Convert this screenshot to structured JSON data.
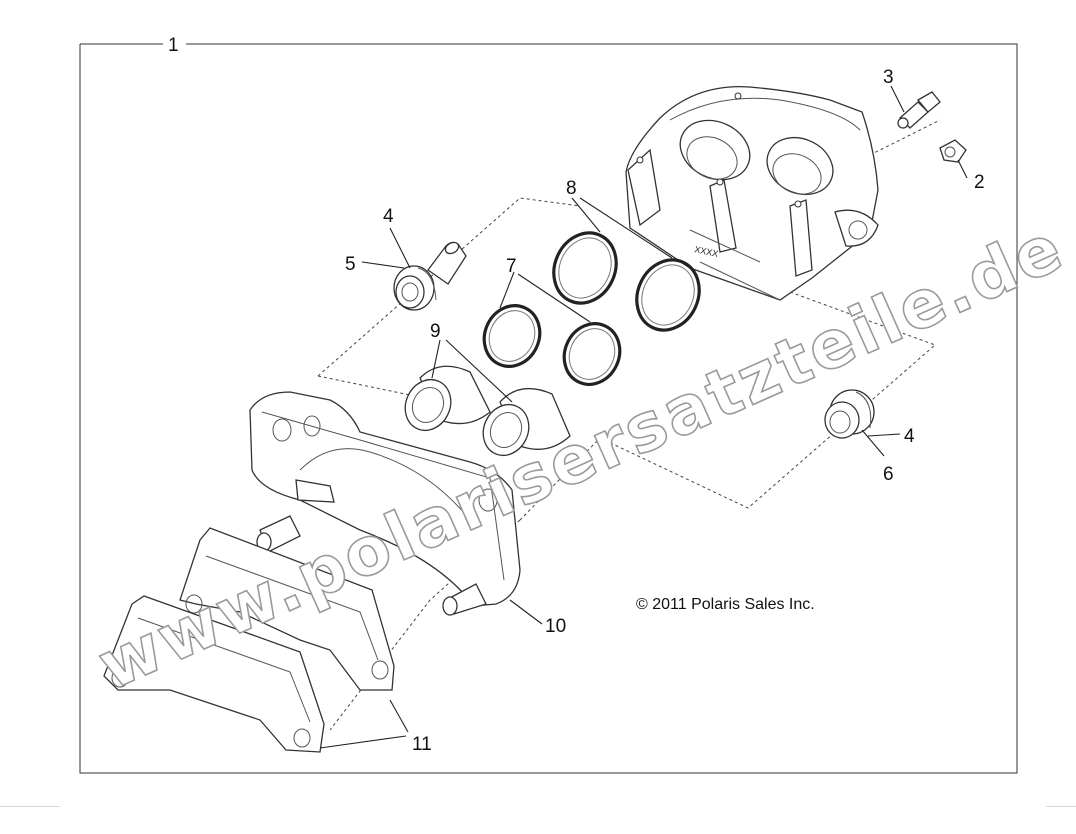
{
  "diagram": {
    "callouts": [
      "1",
      "2",
      "3",
      "4",
      "5",
      "4",
      "6",
      "7",
      "8",
      "9",
      "10",
      "11"
    ],
    "copyright": "© 2011 Polaris Sales Inc.",
    "watermark": "www.polarisersatzteile.de",
    "caliper_marking": "XXXX"
  }
}
